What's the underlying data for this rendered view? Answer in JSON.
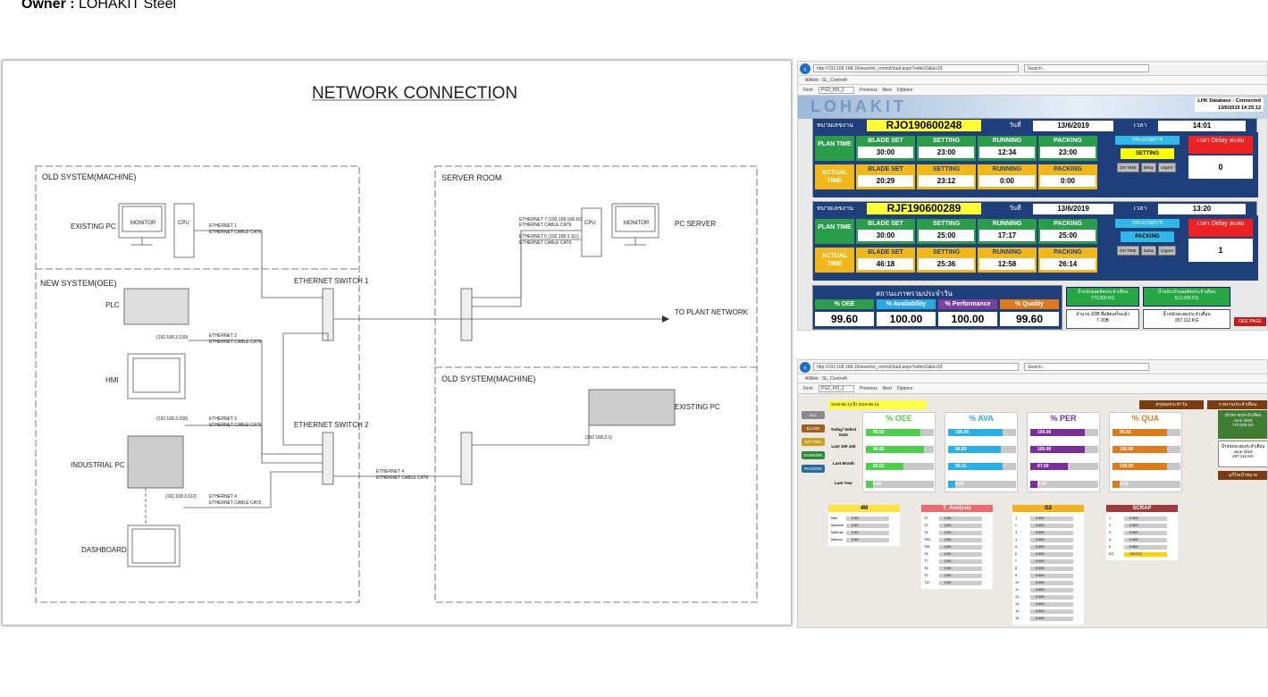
{
  "owner": {
    "label": "Owner :",
    "value": "LOHAKIT Steel"
  },
  "diagram": {
    "title": "NETWORK CONNECTION",
    "old_system_1": "OLD SYSTEM(MACHINE)",
    "new_system": "NEW SYSTEM(OEE)",
    "server_room": "SERVER ROOM",
    "old_system_2": "OLD SYSTEM(MACHINE)",
    "existing_pc": "EXISTING PC",
    "monitor": "MONITOR",
    "cpu": "CPU",
    "pc_server": "PC SERVER",
    "plc": "PLC",
    "hmi": "HMI",
    "industrial_pc": "INDUSTRIAL PC",
    "dashboard": "DASHBOARD",
    "switch1": "ETHERNET SWITCH 1",
    "switch2": "ETHERNET SWITCH 2",
    "to_plant": "TO PLANT NETWORK",
    "eth1": "ETHERNET 1",
    "eth2": "ETHERNET 2",
    "eth3": "ETHERNET 3",
    "eth4": "ETHERNET 4",
    "eth4b": "ETHERNET 4",
    "eth6": "ETHERNET 6 (192.168.3.111)",
    "eth7": "ETHERNET 7 (192.168.168.16)",
    "cable": "ETHERNET CABLE CAT6",
    "ip_plc": "(192.168.3.100)",
    "ip_hmi": "(192.168.3.200)",
    "ip_ipc": "(192.168.3.112)",
    "ip_old": "(192.168.3.3)",
    "existing_pc_2": "EXISTING PC"
  },
  "browser": {
    "url": "http://192.168.168.16/weeb/sl_control/load.aspx?edits10&lev33",
    "search": "Search...",
    "tab": "AIWeb : SL_Control4",
    "find_label": "Find:",
    "find_value": "PG2_HD_2",
    "prev": "Previous",
    "next": "Next",
    "options": "Options"
  },
  "top": {
    "db_status": "LHK Database : Connected",
    "datetime": "13/6/2019 14:25:12",
    "job_label": "หมายเลขงาน",
    "date_label": "วันที่",
    "time_label": "เวลา",
    "plan": "PLAN TIME",
    "actual": "ACTUAL TIME",
    "cols": [
      "BLADE SET",
      "SETTING",
      "RUNNING",
      "PACKING"
    ],
    "proc_label": "กระบวนการ",
    "delay_label": "เวลา Delay สะสม",
    "btn_ontime": "ON TIME",
    "btn_delay": "Delay",
    "btn_urgent": "Urgent",
    "jobs": [
      {
        "no": "RJO190600248",
        "date": "13/6/2019",
        "time": "14:01",
        "plan": [
          "30:00",
          "23:00",
          "12:34",
          "23:00"
        ],
        "actual": [
          "20:29",
          "23:12",
          "0:00",
          "0:00"
        ],
        "process": "SETTING",
        "delay": "0"
      },
      {
        "no": "RJF190600289",
        "date": "13/6/2019",
        "time": "13:20",
        "plan": [
          "30:00",
          "25:00",
          "17:17",
          "25:00"
        ],
        "actual": [
          "46:18",
          "25:36",
          "12:58",
          "26:14"
        ],
        "process": "PACKING",
        "delay": "1"
      }
    ],
    "summary_title": "สถานะภาพรวมประจำวัน",
    "kpis": [
      {
        "label": "% OEE",
        "value": "99.60",
        "color": "#2e9d4a"
      },
      {
        "label": "% Availability",
        "value": "100.00",
        "color": "#2aa8e0"
      },
      {
        "label": "% Performance",
        "value": "100.00",
        "color": "#7b3fa0"
      },
      {
        "label": "% Quality",
        "value": "99.60",
        "color": "#e07b1b"
      }
    ],
    "plan_month_label": "น้ำหนักผลผลิตประจำเดือน",
    "plan_month_value": "770,000",
    "prod_month_label": "น้ำหนักเป้าผลผลิตประจำเดือน",
    "prod_month_value": "512,000",
    "job_count_label": "จำนวน JOB ที่ผลิตเสร็จแล้ว",
    "job_count_value": "7",
    "job_unit": "JOB",
    "weight_label": "น้ำหนักสะสมประจำเดือน",
    "weight_value": "257,112",
    "kg": "KG",
    "oee_page": "OEE PAGE"
  },
  "bottom": {
    "date_from": "2019-06-13",
    "date_to": "2019-06-13",
    "to_label": "ถึง",
    "daily_btn": "สรุปผลประจำวัน",
    "month_btn": "รายงานประจำเดือน",
    "side": [
      {
        "label": "ALL",
        "color": "#8a8a8a"
      },
      {
        "label": "BLADE",
        "color": "#a06020"
      },
      {
        "label": "SETTING",
        "color": "#c8a020"
      },
      {
        "label": "RUNNING",
        "color": "#2a8a3a"
      },
      {
        "label": "PACKING",
        "color": "#2a6aa0"
      }
    ],
    "rows": [
      "Today/ Select Date",
      "Last 100 Job",
      "Last Month",
      "Last Year"
    ],
    "metrics": [
      {
        "label": "% OEE",
        "color": "#4cd04c",
        "values": [
          "99.60",
          "96.83",
          "66.62",
          "0.00"
        ],
        "fill": [
          0.8,
          0.85,
          0.55,
          0
        ]
      },
      {
        "label": "% AVA",
        "color": "#2ab0e8",
        "values": [
          "100.00",
          "96.83",
          "99.31",
          "0.00"
        ],
        "fill": [
          0.8,
          0.78,
          0.8,
          0
        ]
      },
      {
        "label": "% PER",
        "color": "#7b2e9a",
        "values": [
          "100.00",
          "100.00",
          "67.00",
          "0.00"
        ],
        "fill": [
          0.8,
          0.8,
          0.55,
          0
        ]
      },
      {
        "label": "% QUA",
        "color": "#e07b1b",
        "values": [
          "99.60",
          "100.00",
          "100.00",
          "0.00"
        ],
        "fill": [
          0.8,
          0.8,
          0.8,
          0
        ]
      }
    ],
    "target_label": "เป้าหมายประจำเดือน",
    "target_month": "June",
    "target_year": "2019",
    "target_value": "770,000",
    "acc_label": "น้ำหนักสะสมประจำเดือน",
    "acc_value": "257,112",
    "edit_btn": "แก้ไขเป้าหมาย",
    "tables": {
      "m4": {
        "title": "4M",
        "color": "#ffe23a",
        "rows": [
          [
            "Man",
            "0.00"
          ],
          [
            "Machine",
            "0.00"
          ],
          [
            "Material",
            "0.00"
          ],
          [
            "Method",
            "0.00"
          ]
        ]
      },
      "t": {
        "title": "T_Analysis",
        "color": "#ef6a6a",
        "rows": [
          [
            "T2",
            "0.00"
          ],
          [
            "T3",
            "0.00"
          ],
          [
            "T4",
            "0.00"
          ],
          [
            "T5H",
            "0.00"
          ],
          [
            "T5E",
            "0.00"
          ],
          [
            "T6",
            "0.00"
          ],
          [
            "T7",
            "0.00"
          ],
          [
            "T8",
            "0.00"
          ],
          [
            "T9",
            "0.00"
          ],
          [
            "T10",
            "0.00"
          ]
        ]
      },
      "g2": {
        "title": "G2",
        "color": "#f6b21a",
        "rows": [
          [
            "1",
            "0.000"
          ],
          [
            "2",
            "0.000"
          ],
          [
            "3",
            "0.000"
          ],
          [
            "4",
            "0.000"
          ],
          [
            "5",
            "0.000"
          ],
          [
            "6",
            "0.000"
          ],
          [
            "7",
            "0.000"
          ],
          [
            "8",
            "0.000"
          ],
          [
            "9",
            "0.000"
          ],
          [
            "10",
            "0.000"
          ],
          [
            "11",
            "0.000"
          ],
          [
            "12",
            "0.000"
          ],
          [
            "13",
            "0.000"
          ],
          [
            "14",
            "0.000"
          ],
          [
            "15",
            "0.000"
          ]
        ]
      },
      "scrap": {
        "title": "SCRAP",
        "color": "#a23a3a",
        "rows": [
          [
            "1",
            "0.000"
          ],
          [
            "2",
            "0.000"
          ],
          [
            "3",
            "0.000"
          ],
          [
            "4",
            "0.000"
          ],
          [
            "5",
            "0.000"
          ],
          [
            "ES",
            "126.319"
          ]
        ]
      }
    }
  }
}
